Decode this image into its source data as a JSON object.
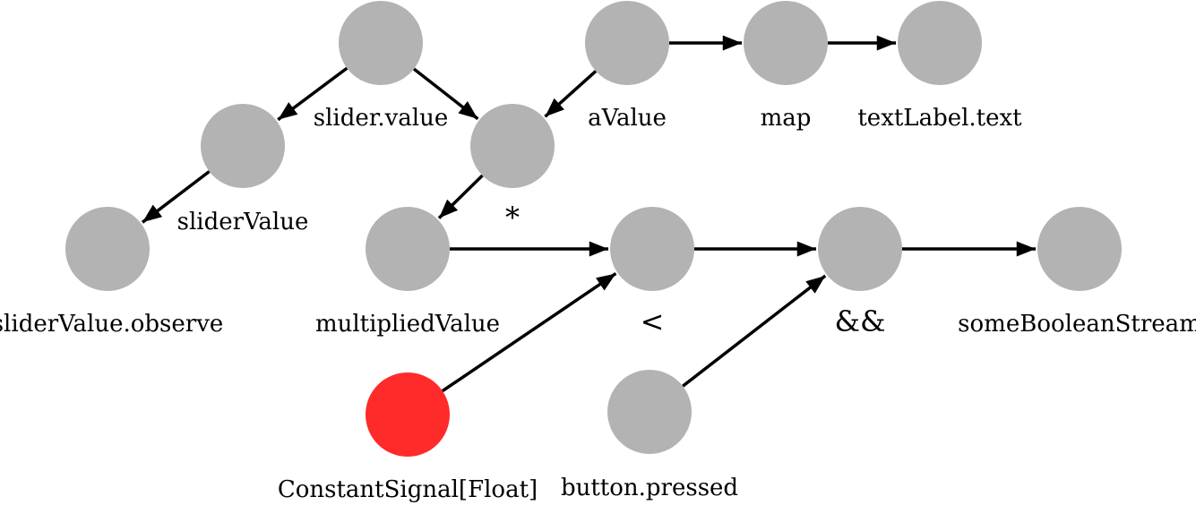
{
  "colors": {
    "node_default": "#b3b3b3",
    "node_highlight": "#ff2a2a",
    "edge": "#000000",
    "background": "#ffffff"
  },
  "nodes": {
    "slider_value": {
      "label": "slider.value",
      "highlight": false
    },
    "a_value": {
      "label": "aValue",
      "highlight": false
    },
    "map": {
      "label": "map",
      "highlight": false
    },
    "text_label_text": {
      "label": "textLabel.text",
      "highlight": false
    },
    "slider_value_var": {
      "label": "sliderValue",
      "highlight": false
    },
    "multiply": {
      "label": "*",
      "highlight": false
    },
    "slider_value_observe": {
      "label": "sliderValue.observe",
      "highlight": false
    },
    "multiplied_value": {
      "label": "multipliedValue",
      "highlight": false
    },
    "less_than": {
      "label": "<",
      "highlight": false
    },
    "and": {
      "label": "&&",
      "highlight": false
    },
    "some_boolean_stream": {
      "label": "someBooleanStream",
      "highlight": false
    },
    "constant_signal": {
      "label": "ConstantSignal[Float]",
      "highlight": true
    },
    "button_pressed": {
      "label": "button.pressed",
      "highlight": false
    }
  },
  "edges": [
    {
      "from": "slider_value",
      "to": "slider_value_var"
    },
    {
      "from": "slider_value",
      "to": "multiply"
    },
    {
      "from": "a_value",
      "to": "multiply"
    },
    {
      "from": "a_value",
      "to": "map"
    },
    {
      "from": "map",
      "to": "text_label_text"
    },
    {
      "from": "slider_value_var",
      "to": "slider_value_observe"
    },
    {
      "from": "multiply",
      "to": "multiplied_value"
    },
    {
      "from": "multiplied_value",
      "to": "less_than"
    },
    {
      "from": "constant_signal",
      "to": "less_than"
    },
    {
      "from": "less_than",
      "to": "and"
    },
    {
      "from": "button_pressed",
      "to": "and"
    },
    {
      "from": "and",
      "to": "some_boolean_stream"
    }
  ]
}
